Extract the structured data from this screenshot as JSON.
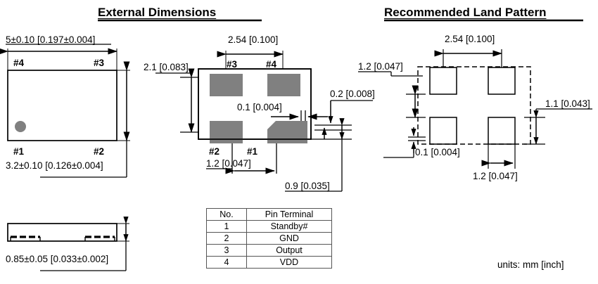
{
  "page": {
    "units_note": "units:  mm [inch]"
  },
  "sections": {
    "external": {
      "title": "External Dimensions"
    },
    "land": {
      "title": "Recommended Land Pattern"
    }
  },
  "top_view": {
    "width_dim": "5±0.10 [0.197±0.004]",
    "height_dim": "3.2±0.10 [0.126±0.004]",
    "pins": {
      "p1": "#1",
      "p2": "#2",
      "p3": "#3",
      "p4": "#4"
    }
  },
  "side_view": {
    "thickness_dim": "0.85±0.05 [0.033±0.002]"
  },
  "bottom_view": {
    "pad_pitch_dim": "2.54 [0.100]",
    "pad_span_dim": "2.1 [0.083]",
    "gap_dim": "0.1 [0.004]",
    "edge_dim": "0.2 [0.008]",
    "pad_width_dim": "1.2 [0.047]",
    "pad_height_dim": "0.9 [0.035]",
    "pins": {
      "p1": "#1",
      "p2": "#2",
      "p3": "#3",
      "p4": "#4"
    }
  },
  "land_pattern": {
    "pitch_dim": "2.54 [0.100]",
    "vert_pitch_dim": "1.2 [0.047]",
    "gap_dim": "0.1 [0.004]",
    "pad_height_dim": "1.1 [0.043]",
    "pad_width_dim": "1.2 [0.047]"
  },
  "pin_table": {
    "headers": [
      "No.",
      "Pin Terminal"
    ],
    "rows": [
      [
        "1",
        "Standby#"
      ],
      [
        "2",
        "GND"
      ],
      [
        "3",
        "Output"
      ],
      [
        "4",
        "VDD"
      ]
    ]
  },
  "colors": {
    "pad_gray": "#808080",
    "line": "#000000",
    "table_border": "#555555"
  }
}
